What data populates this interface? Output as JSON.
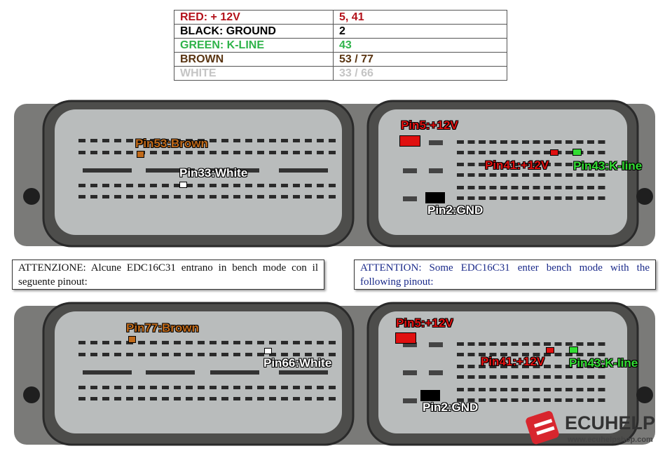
{
  "legend": [
    {
      "label": "RED: + 12V",
      "pins": "5, 41",
      "color": "#b3121b"
    },
    {
      "label": "BLACK: GROUND",
      "pins": "2",
      "color": "#000000"
    },
    {
      "label": "GREEN: K-LINE",
      "pins": "43",
      "color": "#2fb34a"
    },
    {
      "label": "BROWN",
      "pins": "53 / 77",
      "color": "#5a3512"
    },
    {
      "label": "WHITE",
      "pins": "33 / 66",
      "color": "#c4c4c4"
    }
  ],
  "connector_top": {
    "pin5": "Pin5:+12V",
    "pin53": "Pin53:Brown",
    "pin33": "Pin33:White",
    "pin41": "Pin41:+12V",
    "pin43": "Pin43:K-line",
    "pin2": "Pin2:GND"
  },
  "connector_bottom": {
    "pin5": "Pin5:+12V",
    "pin77": "Pin77:Brown",
    "pin66": "Pin66:White",
    "pin41": "Pin41:+12V",
    "pin43": "Pin43:K-line",
    "pin2": "Pin2:GND"
  },
  "notes": {
    "italian": "ATTENZIONE: Alcune EDC16C31 entrano in bench mode con il seguente pinout:",
    "english": "ATTENTION: Some EDC16C31 enter bench mode with the following pinout:"
  },
  "logo": {
    "brand": "ECUHELP",
    "url": "www.ecuhelpshop.com"
  },
  "colors": {
    "red": "#e01010",
    "brown": "#c06a1a",
    "green": "#33dd33",
    "white": "#ffffff",
    "black": "#000000"
  }
}
